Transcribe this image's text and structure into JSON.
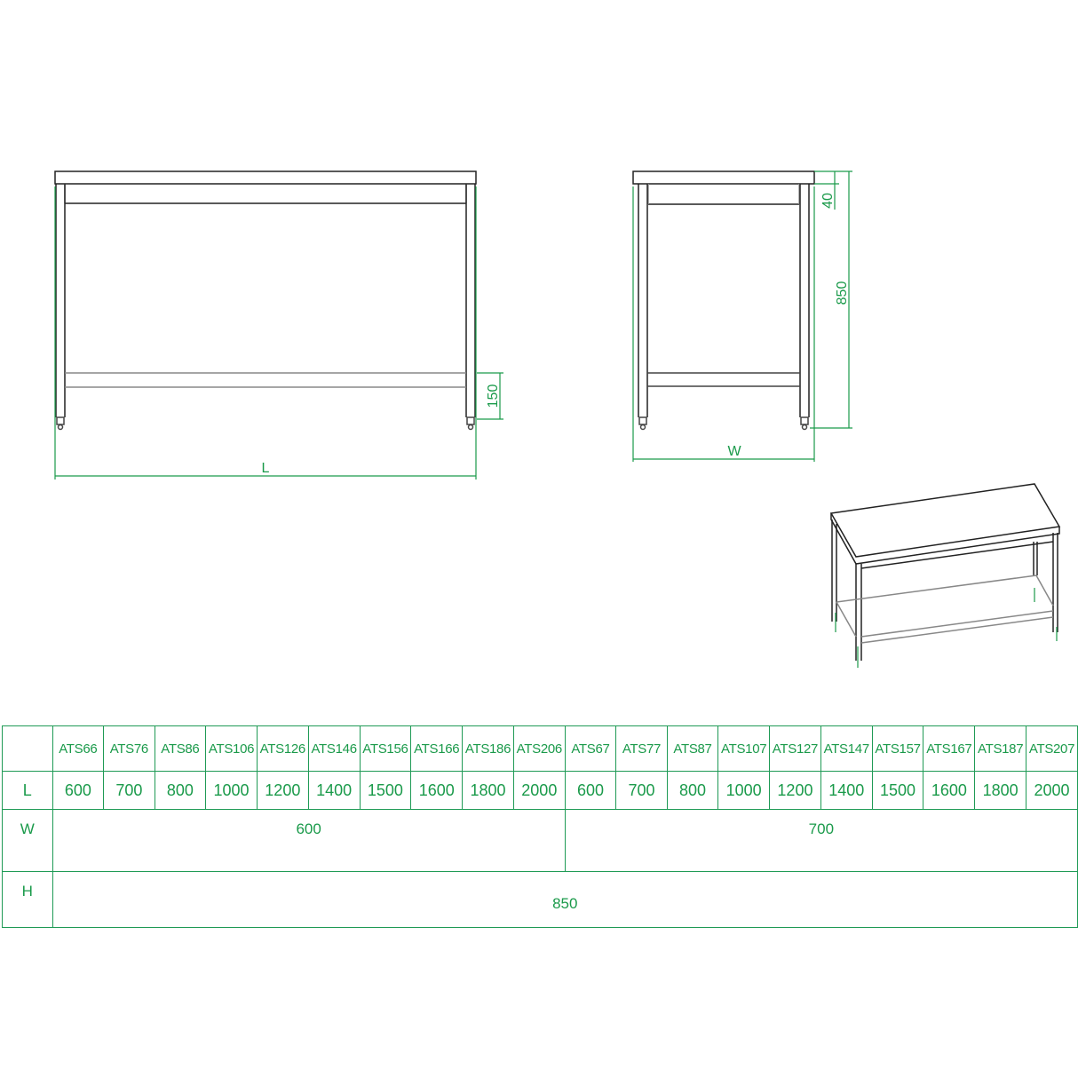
{
  "drawing": {
    "front_view": {
      "length_label": "L",
      "shelf_height_label": "150"
    },
    "side_view": {
      "width_label": "W",
      "top_thickness_label": "40",
      "height_label": "850"
    },
    "isometric_view": {
      "description": "Isometric table with undershelf"
    }
  },
  "colors": {
    "dimension": "#1a9a4a",
    "table_border": "#1f9a55",
    "linework": "#222222",
    "linework_light": "#888888"
  },
  "table": {
    "row_labels": {
      "L": "L",
      "W": "W",
      "H": "H"
    },
    "models": [
      "ATS66",
      "ATS76",
      "ATS86",
      "ATS106",
      "ATS126",
      "ATS146",
      "ATS156",
      "ATS166",
      "ATS186",
      "ATS206",
      "ATS67",
      "ATS77",
      "ATS87",
      "ATS107",
      "ATS127",
      "ATS147",
      "ATS157",
      "ATS167",
      "ATS187",
      "ATS207"
    ],
    "lengths": [
      "600",
      "700",
      "800",
      "1000",
      "1200",
      "1400",
      "1500",
      "1600",
      "1800",
      "2000",
      "600",
      "700",
      "800",
      "1000",
      "1200",
      "1400",
      "1500",
      "1600",
      "1800",
      "2000"
    ],
    "widths": [
      {
        "value": "600",
        "span": 10
      },
      {
        "value": "700",
        "span": 10
      }
    ],
    "height": {
      "value": "850",
      "span": 20
    }
  }
}
